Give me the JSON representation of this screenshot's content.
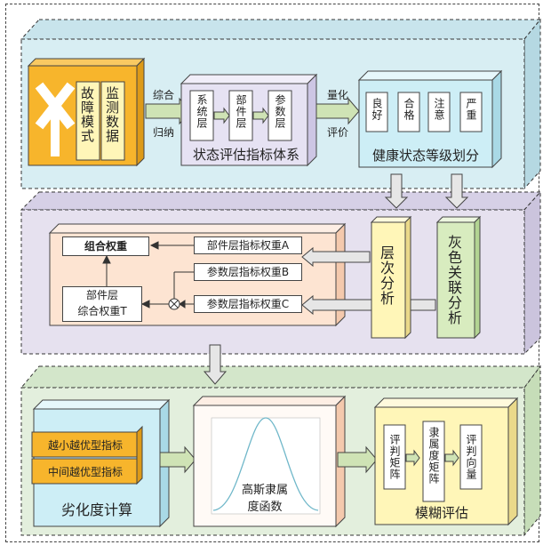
{
  "top": {
    "fault_mode": "故障模式",
    "monitor_data": "监测数据",
    "arrow1_top": "综合",
    "arrow1_bottom": "归纳",
    "system_layer": "系统层",
    "component_layer": "部件层",
    "parameter_layer": "参数层",
    "system_title": "状态评估指标体系",
    "arrow2_top": "量化",
    "arrow2_bottom": "评价",
    "grade_good": "良好",
    "grade_pass": "合格",
    "grade_attention": "注意",
    "grade_severe": "严重",
    "grade_title": "健康状态等级划分"
  },
  "middle": {
    "combined_weight": "组合权重",
    "component_weight_A": "部件层指标权重A",
    "param_weight_B": "参数层指标权重B",
    "param_weight_C": "参数层指标权重C",
    "component_comprehensive_line1": "部件层",
    "component_comprehensive_line2": "综合权重T",
    "ahp": "层次分析",
    "grey": "灰色关联分析"
  },
  "bottom": {
    "indicator1": "越小越优型指标",
    "indicator2": "中间越优型指标",
    "degradation": "劣化度计算",
    "gauss_line1": "高斯隶属",
    "gauss_line2": "度函数",
    "eval_matrix": "评判矩阵",
    "membership_matrix": "隶属度矩阵",
    "eval_vector": "评判向量",
    "fuzzy_eval": "模糊评估"
  },
  "colors": {
    "panel_top": "#d8eef3",
    "panel_mid": "#e6e1ef",
    "panel_bot": "#e3efdd",
    "orange": "#f7b52c",
    "yellow": "#fff6b8",
    "lavender": "#e6e2f3",
    "cyan": "#cdeef6",
    "peach": "#fde4d2",
    "green": "#d8ecbf",
    "arrow_green": "#cfe3b5"
  }
}
